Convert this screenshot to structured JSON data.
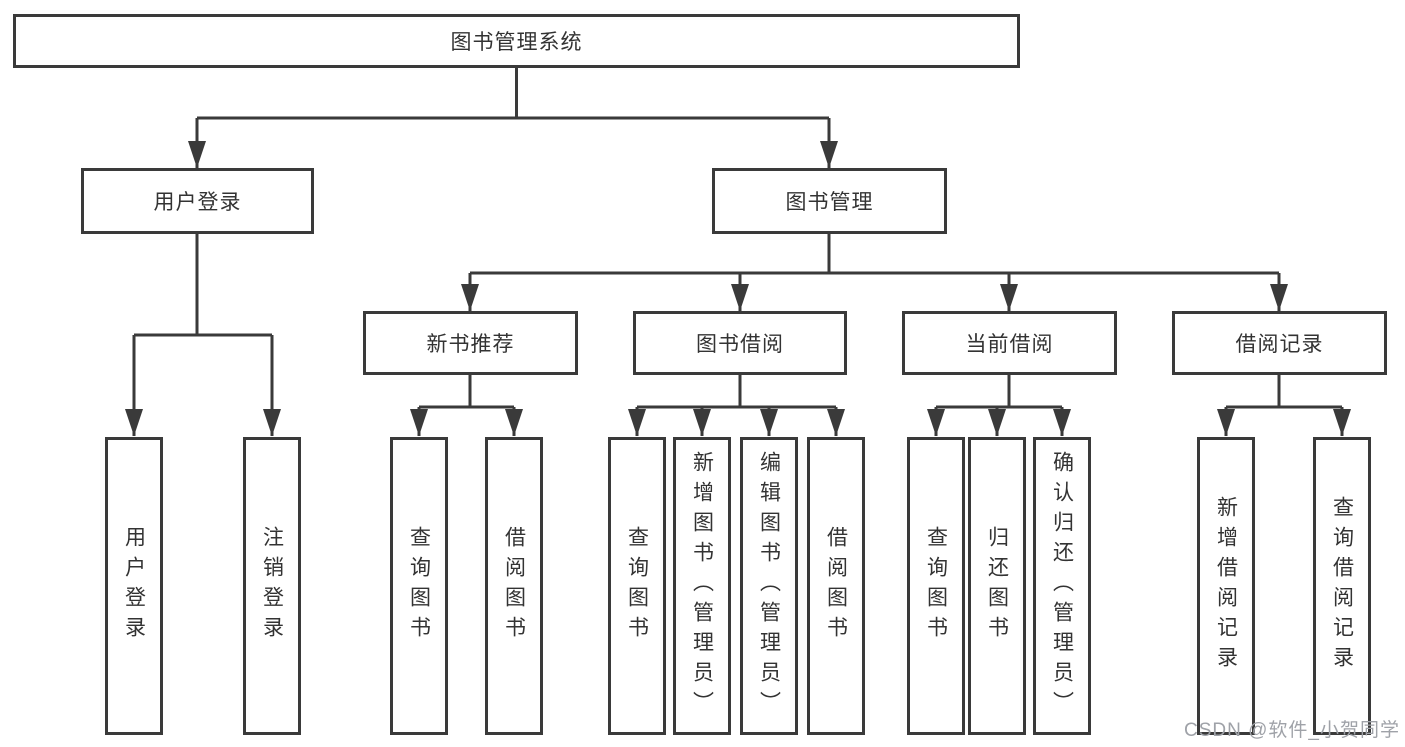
{
  "tree": {
    "label": "图书管理系统",
    "children": [
      {
        "label": "用户登录",
        "children": [
          {
            "label": "用户登录"
          },
          {
            "label": "注销登录"
          }
        ]
      },
      {
        "label": "图书管理",
        "children": [
          {
            "label": "新书推荐",
            "children": [
              {
                "label": "查询图书"
              },
              {
                "label": "借阅图书"
              }
            ]
          },
          {
            "label": "图书借阅",
            "children": [
              {
                "label": "查询图书"
              },
              {
                "label": "新增图书（管理员）"
              },
              {
                "label": "编辑图书（管理员）"
              },
              {
                "label": "借阅图书"
              }
            ]
          },
          {
            "label": "当前借阅",
            "children": [
              {
                "label": "查询图书"
              },
              {
                "label": "归还图书"
              },
              {
                "label": "确认归还（管理员）"
              }
            ]
          },
          {
            "label": "借阅记录",
            "children": [
              {
                "label": "新增借阅记录"
              },
              {
                "label": "查询借阅记录"
              }
            ]
          }
        ]
      }
    ]
  },
  "watermark": {
    "text": "CSDN @软件_小贺同学"
  },
  "colors": {
    "line": "#3a3a3a",
    "box_border": "#3a3a3a",
    "box_fill": "#ffffff",
    "text": "#333333",
    "watermark": "#9fa2a8",
    "background": "#ffffff"
  }
}
